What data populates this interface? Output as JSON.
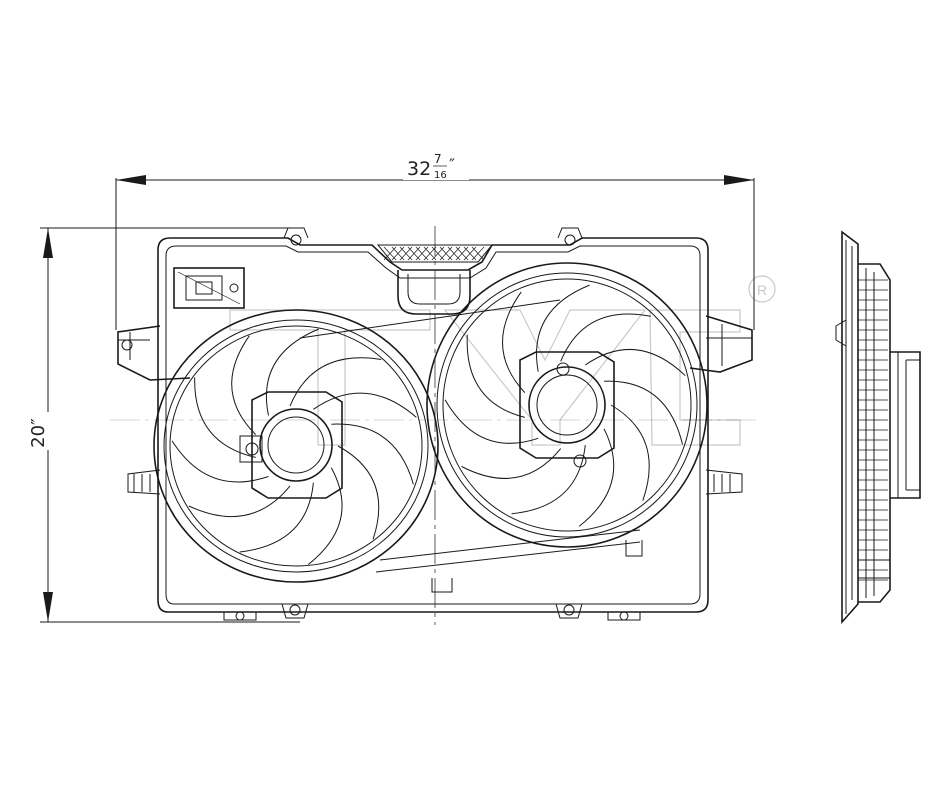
{
  "drawing": {
    "width_label": {
      "whole": "32",
      "num": "7",
      "den": "16",
      "unit": "″"
    },
    "height_label": "20″",
    "registered_mark": "R"
  },
  "colors": {
    "ink": "#1a1a1a",
    "watermark": "#c9c9c9",
    "background": "#ffffff"
  }
}
